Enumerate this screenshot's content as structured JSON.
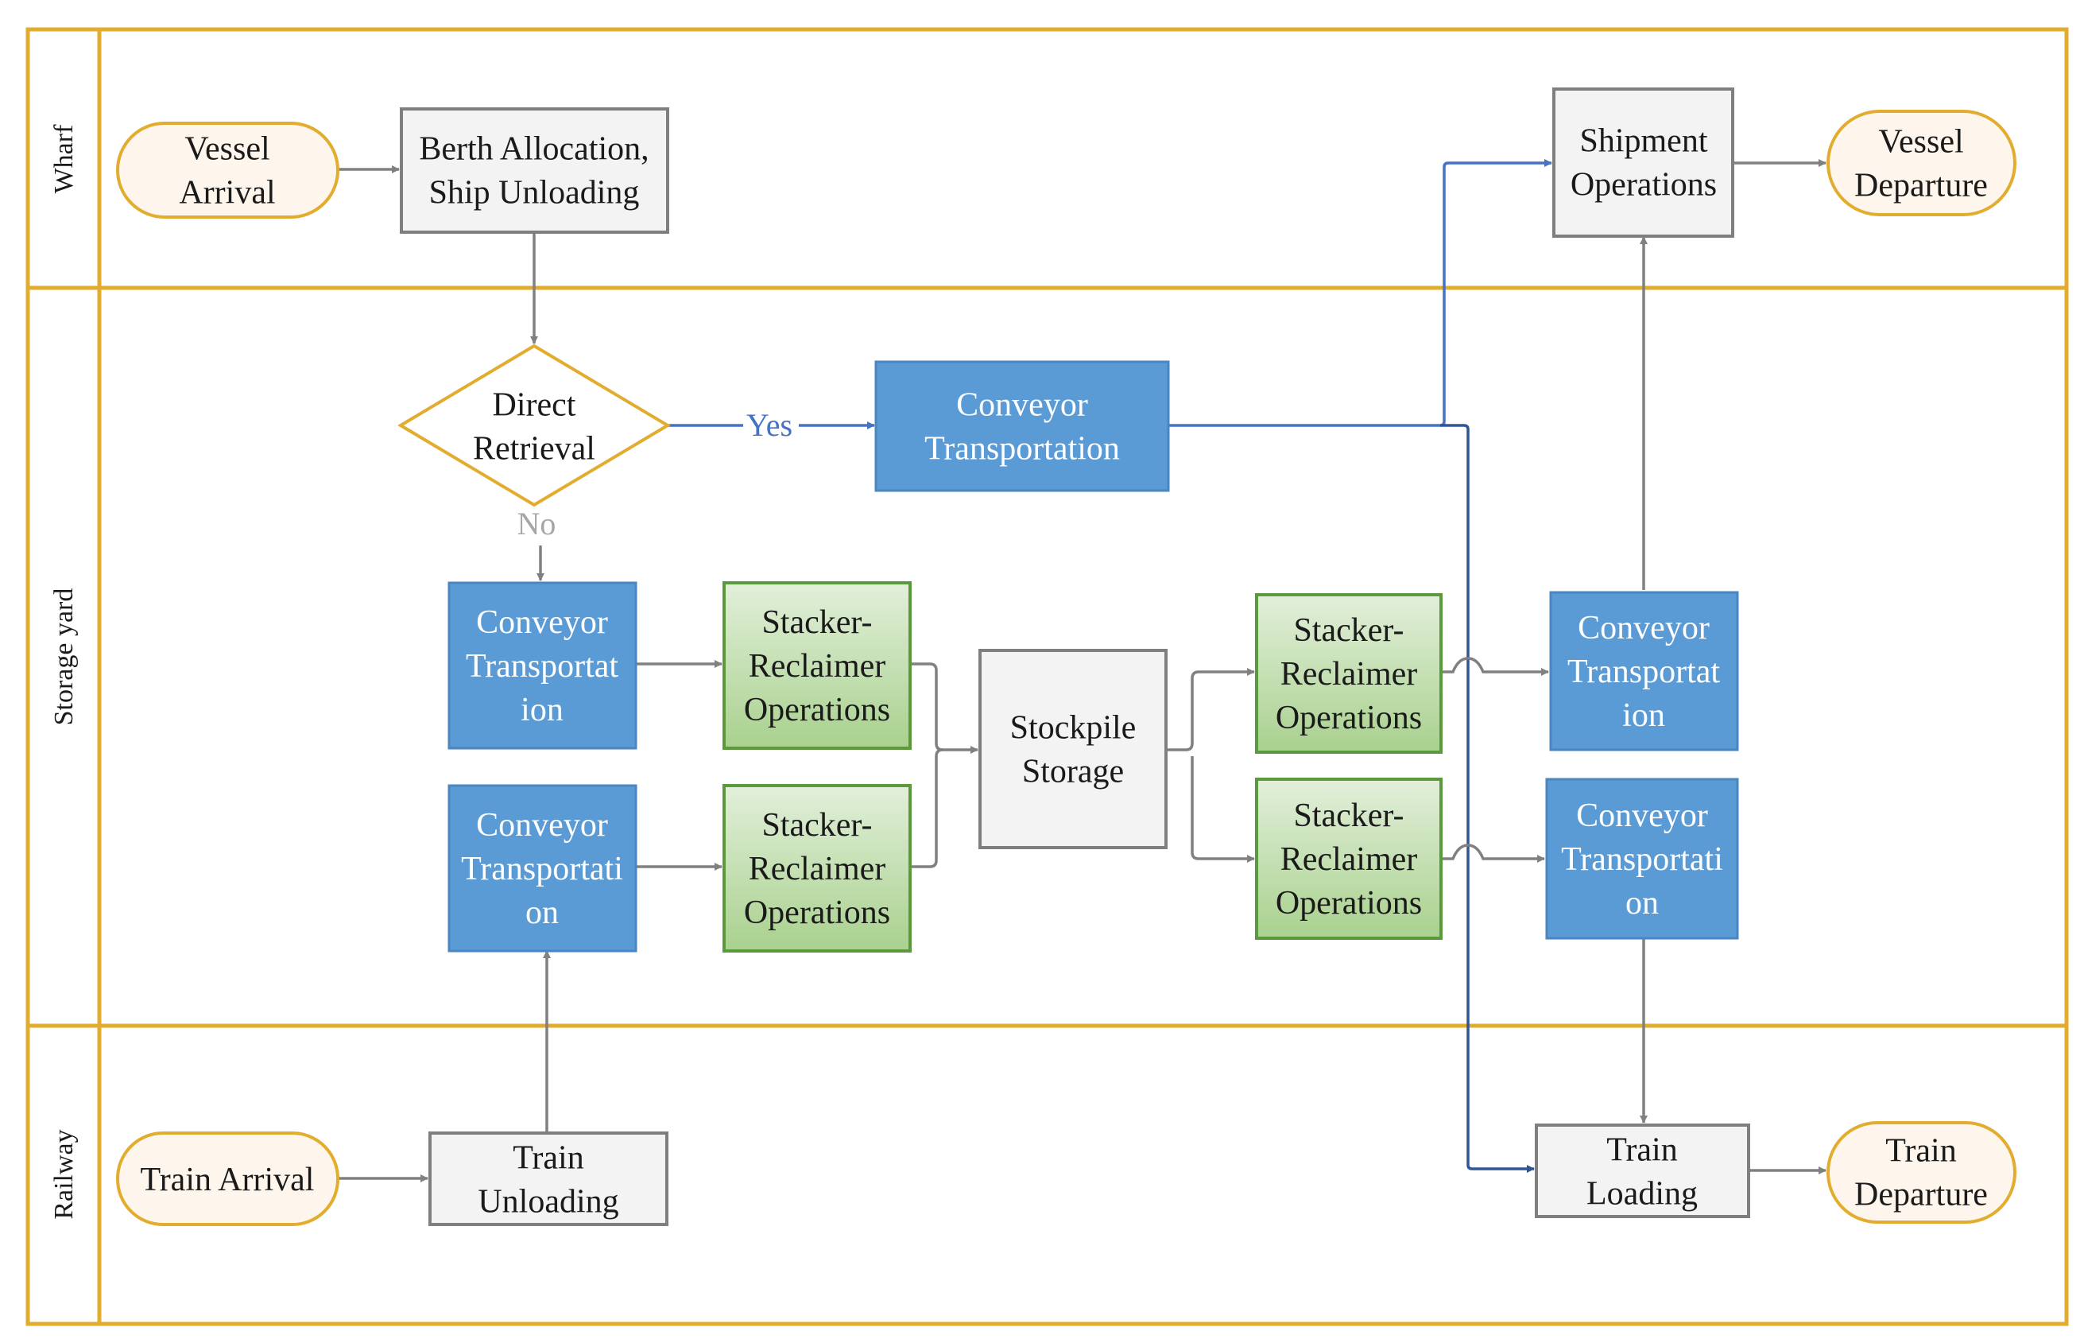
{
  "lanes": {
    "wharf": "Wharf",
    "storage": "Storage yard",
    "railway": "Railway"
  },
  "nodes": {
    "vessel_arrival": [
      "Vessel",
      "Arrival"
    ],
    "berth_allocation": [
      "Berth Allocation,",
      "Ship Unloading"
    ],
    "shipment_operations": [
      "Shipment",
      "Operations"
    ],
    "vessel_departure": [
      "Vessel",
      "Departure"
    ],
    "direct_retrieval": [
      "Direct",
      "Retrieval"
    ],
    "conveyor_top": [
      "Conveyor",
      "Transportation"
    ],
    "conveyor_in_1": [
      "Conveyor",
      "Transportat",
      "ion"
    ],
    "conveyor_in_2": [
      "Conveyor",
      "Transportati",
      "on"
    ],
    "stacker_in_1": [
      "Stacker-",
      "Reclaimer",
      "Operations"
    ],
    "stacker_in_2": [
      "Stacker-",
      "Reclaimer",
      "Operations"
    ],
    "stockpile_storage": [
      "Stockpile",
      "Storage"
    ],
    "stacker_out_1": [
      "Stacker-",
      "Reclaimer",
      "Operations"
    ],
    "stacker_out_2": [
      "Stacker-",
      "Reclaimer",
      "Operations"
    ],
    "conveyor_out_1": [
      "Conveyor",
      "Transportat",
      "ion"
    ],
    "conveyor_out_2": [
      "Conveyor",
      "Transportati",
      "on"
    ],
    "train_arrival": [
      "Train Arrival"
    ],
    "train_unloading": [
      "Train",
      "Unloading"
    ],
    "train_loading": [
      "Train",
      "Loading"
    ],
    "train_departure": [
      "Train",
      "Departure"
    ]
  },
  "edge_labels": {
    "yes": "Yes",
    "no": "No"
  },
  "colors": {
    "lane_border": "#e2ad2e",
    "terminal_fill": "#fef6ec",
    "process_grey": "#f3f3f3",
    "process_blue": "#5b9bd5",
    "process_green_top": "#e2efda",
    "process_green_bottom": "#a9d18e",
    "edge_grey": "#808080",
    "edge_blue": "#4472c4",
    "edge_navy": "#2f5597",
    "yes_label": "#4472c4",
    "no_label": "#a6a6a6"
  }
}
